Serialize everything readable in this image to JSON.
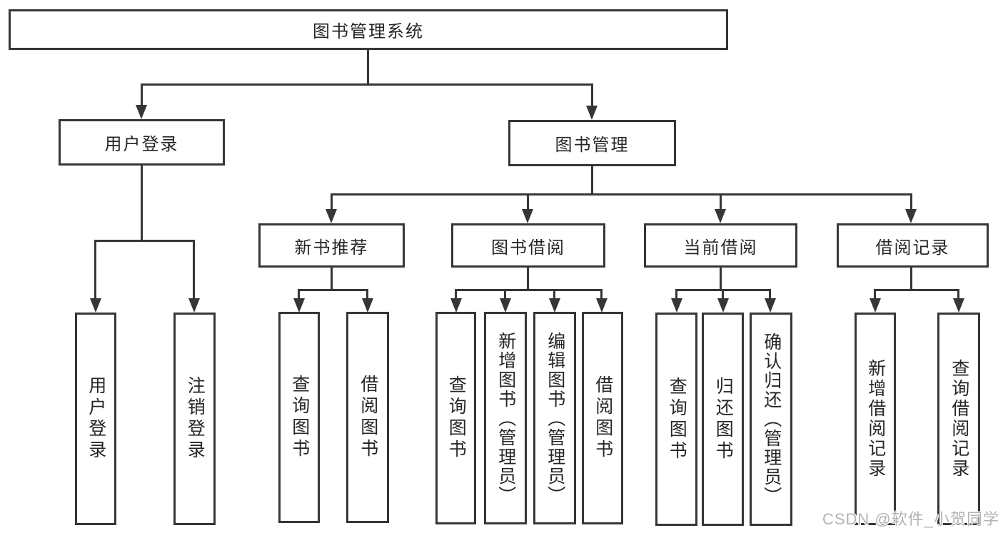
{
  "diagram": {
    "root": {
      "label": "图书管理系统"
    },
    "level2": [
      {
        "label": "用户登录"
      },
      {
        "label": "图书管理"
      }
    ],
    "level3": [
      {
        "label": "新书推荐"
      },
      {
        "label": "图书借阅"
      },
      {
        "label": "当前借阅"
      },
      {
        "label": "借阅记录"
      }
    ],
    "leaves": {
      "user_login": [
        {
          "label": "用户登录"
        },
        {
          "label": "注销登录"
        }
      ],
      "new_book": [
        {
          "label": "查询图书"
        },
        {
          "label": "借阅图书"
        }
      ],
      "book_borrow": [
        {
          "label": "查询图书"
        },
        {
          "label": "新增图书（管理员）"
        },
        {
          "label": "编辑图书（管理员）"
        },
        {
          "label": "借阅图书"
        }
      ],
      "current_borrow": [
        {
          "label": "查询图书"
        },
        {
          "label": "归还图书"
        },
        {
          "label": "确认归还（管理员）"
        }
      ],
      "borrow_record": [
        {
          "label": "新增借阅记录"
        },
        {
          "label": "查询借阅记录"
        }
      ]
    },
    "watermark": "CSDN @软件_小贺同学",
    "colors": {
      "line": "#363636",
      "text": "#262626",
      "background": "#ffffff",
      "watermark": "#b3b3b3"
    }
  }
}
